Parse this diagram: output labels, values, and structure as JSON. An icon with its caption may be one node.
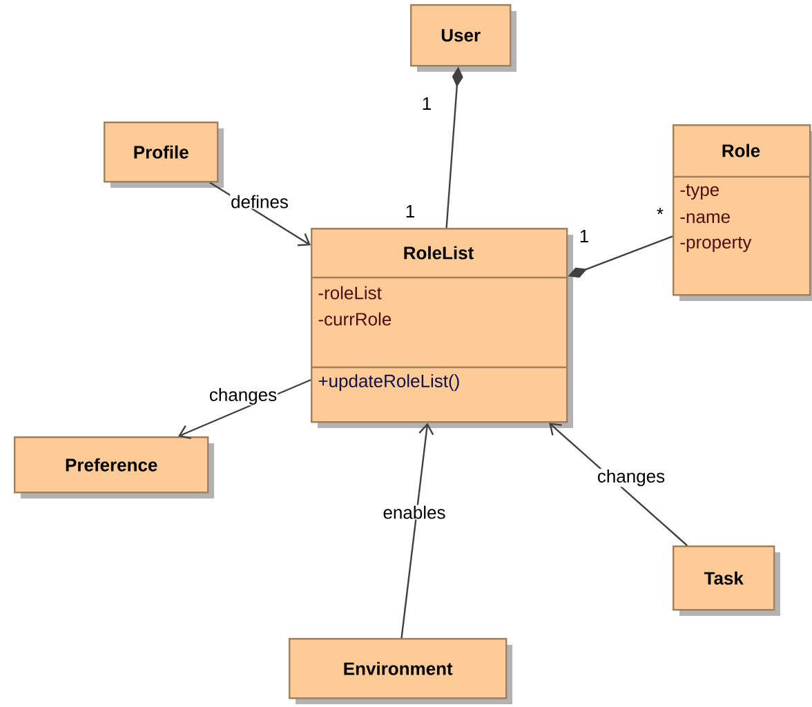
{
  "diagram": {
    "nodes": [
      {
        "text": [
          "User"
        ]
      },
      {
        "text": [
          "Profile"
        ]
      },
      {
        "text": [
          "RoleList",
          "-roleList",
          "-currRole",
          "+updateRoleList()"
        ]
      },
      {
        "text": [
          "Role",
          "-type",
          "-name",
          "-property"
        ]
      },
      {
        "text": [
          "Preference"
        ]
      },
      {
        "text": [
          "Task"
        ]
      },
      {
        "text": [
          "Environment"
        ]
      }
    ],
    "edges": [
      {
        "from": 0,
        "to": 2,
        "arrow": "other"
      },
      {
        "from": 2,
        "to": 3,
        "arrow": "other"
      },
      {
        "from": 1,
        "to": 2,
        "arrow": "to",
        "label": "defines"
      },
      {
        "from": 2,
        "to": 4,
        "arrow": "to",
        "label": "changes"
      },
      {
        "from": 6,
        "to": 2,
        "arrow": "to",
        "label": "enables"
      },
      {
        "from": 5,
        "to": 2,
        "arrow": "to",
        "label": "changes"
      }
    ],
    "labels": [
      "1",
      "1",
      "*",
      "1"
    ]
  }
}
